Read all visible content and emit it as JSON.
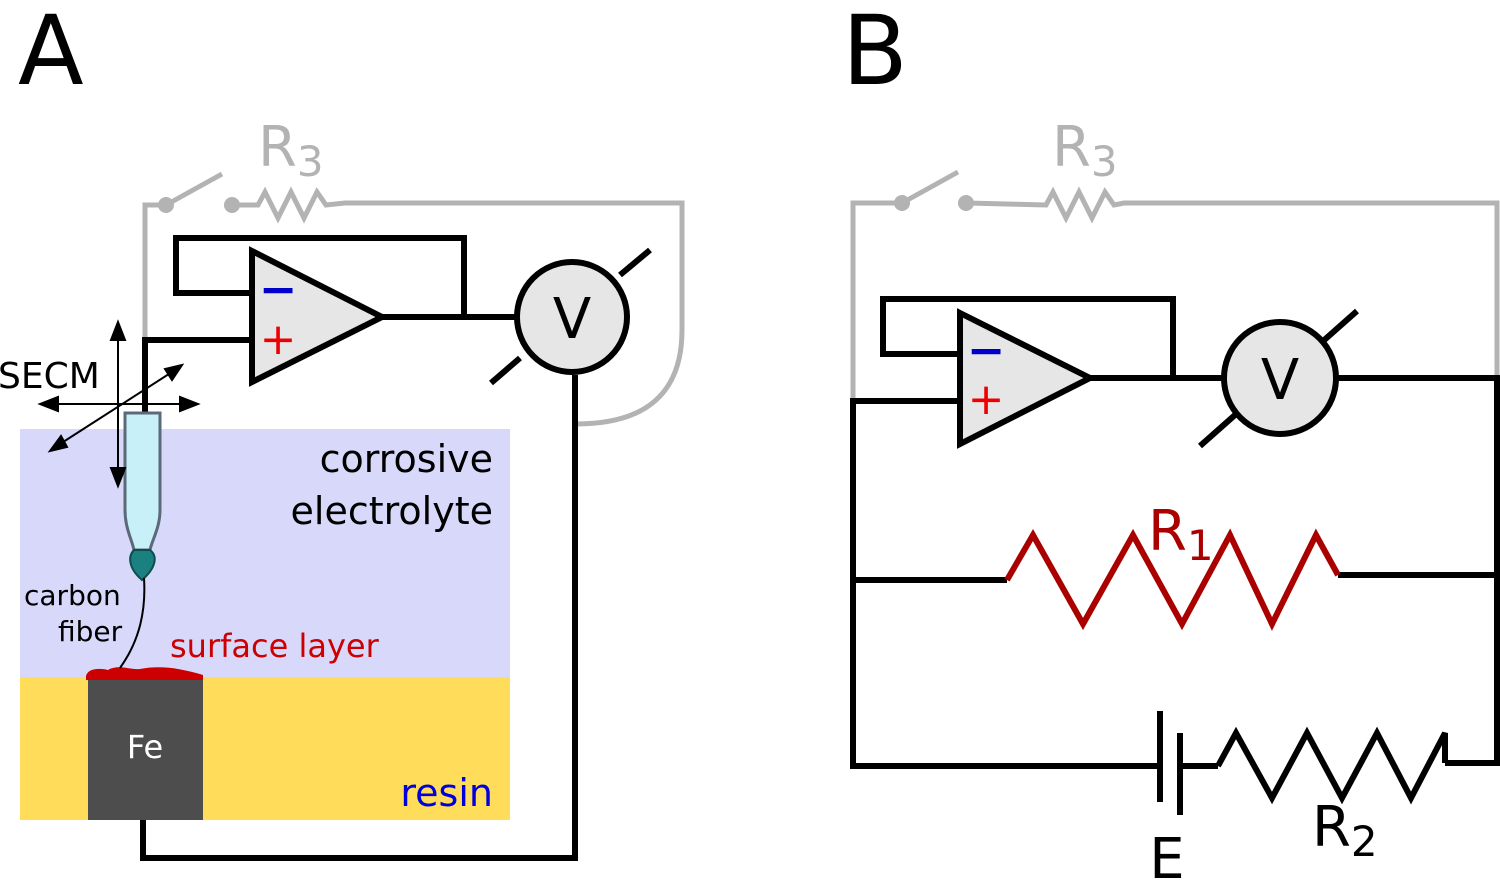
{
  "panels": {
    "a": {
      "letter": "A"
    },
    "b": {
      "letter": "B"
    }
  },
  "labels": {
    "r3_a": {
      "main": "R",
      "sub": "3"
    },
    "r3_b": {
      "main": "R",
      "sub": "3"
    },
    "r1": {
      "main": "R",
      "sub": "1"
    },
    "r2": {
      "main": "R",
      "sub": "2"
    },
    "e": "E",
    "voltmeter": "V",
    "opamp_minus": "−",
    "opamp_plus": "+",
    "secm": "SECM",
    "corrosive": "corrosive",
    "electrolyte": "electrolyte",
    "carbon": "carbon",
    "fiber": "fiber",
    "surface_layer": "surface layer",
    "fe": "Fe",
    "resin": "resin"
  },
  "colors": {
    "wire": "#000000",
    "wire_optional": "#b3b3b3",
    "electrolyte": "#d8d8fa",
    "resin": "#ffdc5a",
    "fe": "#4d4d4d",
    "surface_layer": "#cc0000",
    "r1": "#aa0000",
    "opamp_fill": "#e6e6e6",
    "minus": "#0000cc",
    "plus": "#ee0000",
    "resin_text": "#0000dd",
    "tip": "#1a8080",
    "capillary": "#c8f0f8"
  }
}
